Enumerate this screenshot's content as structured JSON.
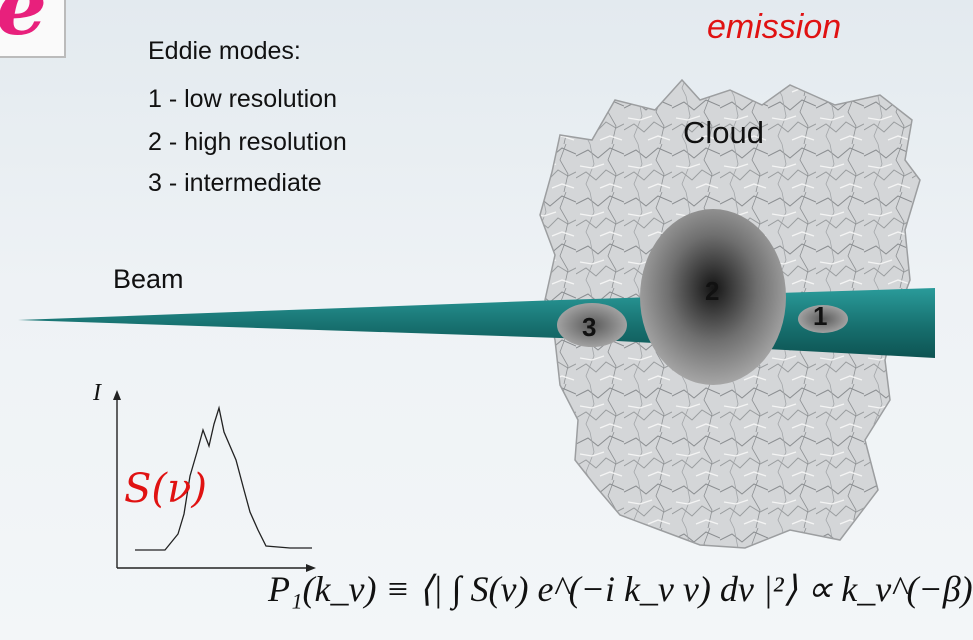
{
  "corner_glyph": "e",
  "emission_label": "emission",
  "modes": {
    "title": "Eddie modes:",
    "items": [
      "1 - low resolution",
      "2 - high resolution",
      "3 - intermediate"
    ]
  },
  "cloud_label": "Cloud",
  "beam_label": "Beam",
  "mode_markers": [
    "1",
    "2",
    "3"
  ],
  "spectrum": {
    "axis_label": "I",
    "curve_label": "S(ν)"
  },
  "formula": "P₁(k_v) ≡ ⟨| ∫ S(v) e^(−i k_v v) dv |²⟩ ∝ k_v^(−β)",
  "colors": {
    "emission": "#e01212",
    "spectrum_label": "#e01212",
    "beam": "#1a7f80",
    "corner_glyph": "#e8207c"
  }
}
